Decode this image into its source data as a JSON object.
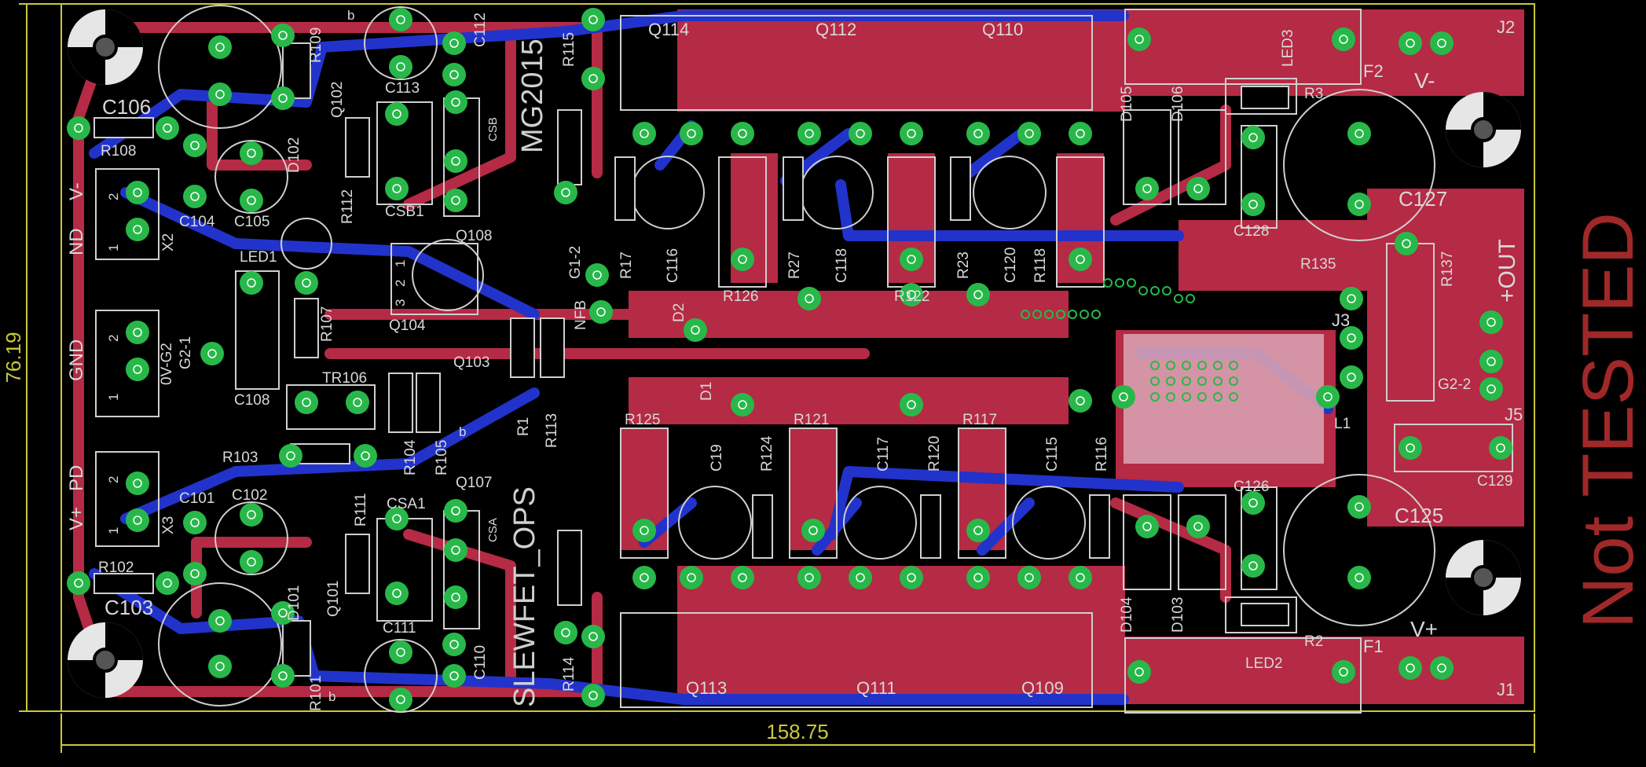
{
  "colors": {
    "background": "#000000",
    "top_copper": "#b52a44",
    "bottom_copper": "#2233cc",
    "pad": "#28b84a",
    "silkscreen": "#d8d8d8",
    "outline": "#c8c83c",
    "not_tested": "#a02828",
    "hole": "#e6e6e6"
  },
  "board": {
    "title_vertical": "MG2015",
    "subtitle_vertical": "SLEWFET_OPS",
    "stamp": "Not TESTED",
    "dim_width": "158.75",
    "dim_height": "76.19"
  },
  "labels": {
    "q114": "Q114",
    "q112": "Q112",
    "q110": "Q110",
    "q113": "Q113",
    "q111": "Q111",
    "q109": "Q109",
    "j1": "J1",
    "j2": "J2",
    "j3": "J3",
    "j5": "J5",
    "f1": "F1",
    "f2": "F2",
    "vminus": "V-",
    "vplus": "V+",
    "out": "+OUT",
    "gnd": "GND",
    "nd": "ND",
    "v_minus_conn": "V-",
    "pd": "PD",
    "v_plus_conn": "V+",
    "c106": "C106",
    "c103": "C103",
    "c127": "C127",
    "c125": "C125",
    "c128": "C128",
    "c126": "C126",
    "c129": "C129",
    "r108": "R108",
    "r102": "R102",
    "c104": "C104",
    "c105": "C105",
    "c101": "C101",
    "c102": "C102",
    "x2": "X2",
    "x3": "X3",
    "r109": "R109",
    "d102": "D102",
    "q102": "Q102",
    "r112": "R112",
    "c113": "C113",
    "csb1": "CSB1",
    "c112": "C112",
    "q108": "Q108",
    "csb": "CSB",
    "r115": "R115",
    "led1": "LED1",
    "r107": "R107",
    "q104": "Q104",
    "tr106": "TR106",
    "q103": "Q103",
    "c108": "C108",
    "g2_1": "G2-1",
    "ov_g2": "0V-G2",
    "r103": "R103",
    "r104": "R104",
    "r105": "R105",
    "r111": "R111",
    "csa1": "CSA1",
    "q107": "Q107",
    "csa": "CSA",
    "d101": "D101",
    "q101": "Q101",
    "r101": "R101",
    "c111": "C111",
    "c110": "C110",
    "r114": "R114",
    "r1": "R1",
    "r113": "R113",
    "g1_2": "G1-2",
    "nfb": "NFB",
    "r17": "R17",
    "c116": "C116",
    "d2": "D2",
    "r126": "R126",
    "r27": "R27",
    "c118": "C118",
    "r122": "R122",
    "r23": "R23",
    "c120": "C120",
    "r118": "R118",
    "r125": "R125",
    "d1": "D1",
    "c19": "C19",
    "r124": "R124",
    "r121": "R121",
    "c117": "C117",
    "r120": "R120",
    "r117": "R117",
    "c115": "C115",
    "r116": "R116",
    "d105": "D105",
    "d106": "D106",
    "led3": "LED3",
    "r3": "R3",
    "d104": "D104",
    "d103": "D103",
    "led2": "LED2",
    "r2": "R2",
    "r135": "R135",
    "r137": "R137",
    "g2_2": "G2-2",
    "l1": "L1",
    "pin1": "1",
    "pin2": "2",
    "pin3": "3",
    "b": "b"
  }
}
